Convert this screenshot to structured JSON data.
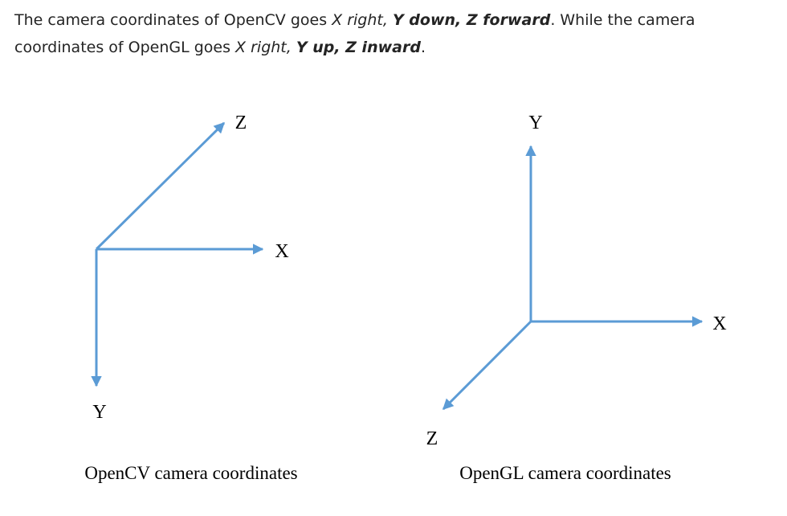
{
  "intro": {
    "p1": "The camera coordinates of OpenCV goes ",
    "p2": "X right, ",
    "p3": "Y down, Z forward",
    "p4": ". While the camera coordinates of OpenGL goes ",
    "p5": "X right, ",
    "p6": "Y up, Z inward",
    "p7": "."
  },
  "opencv": {
    "z_label": "Z",
    "x_label": "X",
    "y_label": "Y",
    "caption": "OpenCV camera coordinates"
  },
  "opengl": {
    "y_label": "Y",
    "x_label": "X",
    "z_label": "Z",
    "caption": "OpenGL camera coordinates"
  },
  "colors": {
    "axis": "#5b9bd5",
    "text": "#242424"
  }
}
